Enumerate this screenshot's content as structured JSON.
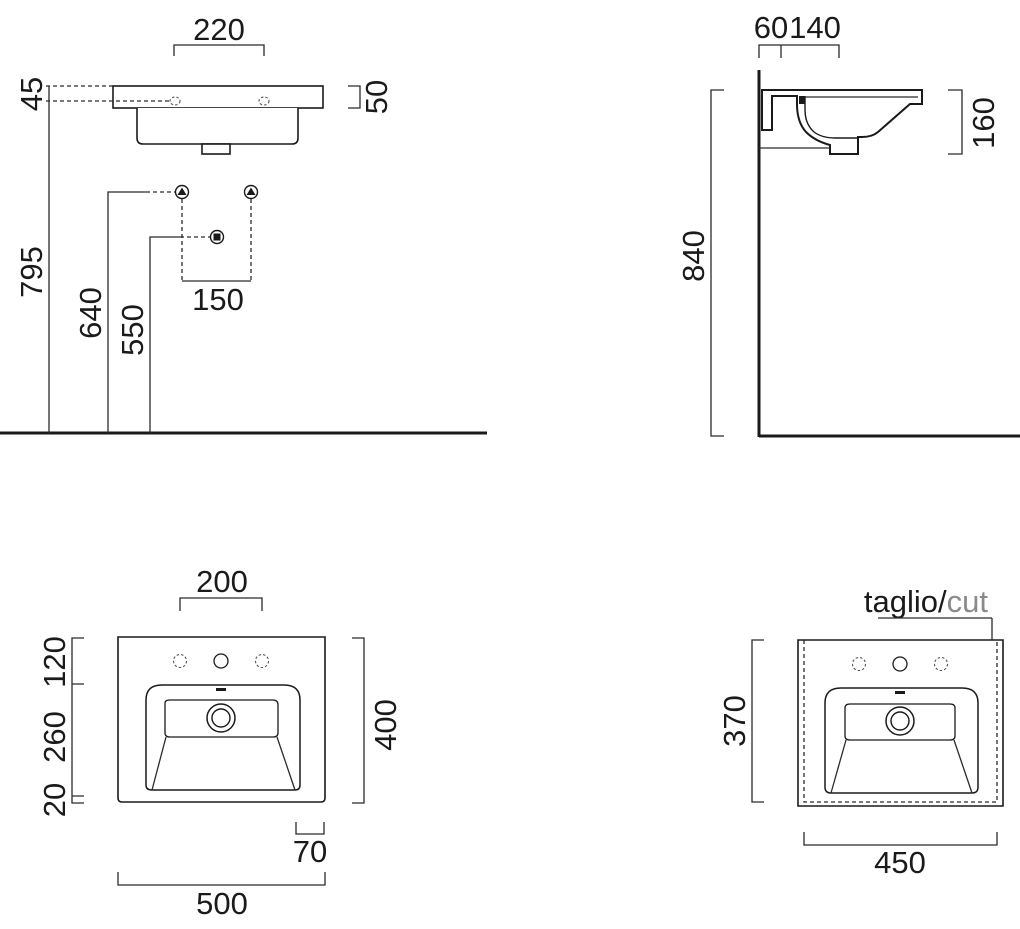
{
  "front_elevation": {
    "overall_width": "220",
    "rim_height": "45",
    "rim_thickness": "50",
    "top_height": "795",
    "tap_height": "640",
    "drain_height": "550",
    "tap_spacing": "150"
  },
  "side_section": {
    "wall_offset": "60",
    "bowl_depth": "140",
    "bowl_height": "160",
    "total_height": "840"
  },
  "plan_view": {
    "hole_spacing": "200",
    "rear_depth": "120",
    "bowl_depth": "260",
    "front_lip": "20",
    "overall_depth": "400",
    "side_margin": "70",
    "overall_width": "500"
  },
  "cut_view": {
    "label_main": "taglio/",
    "label_alt": "cut",
    "cut_depth": "370",
    "cut_width": "450",
    "colors": {
      "alt_label": "#8a8a8a"
    }
  }
}
